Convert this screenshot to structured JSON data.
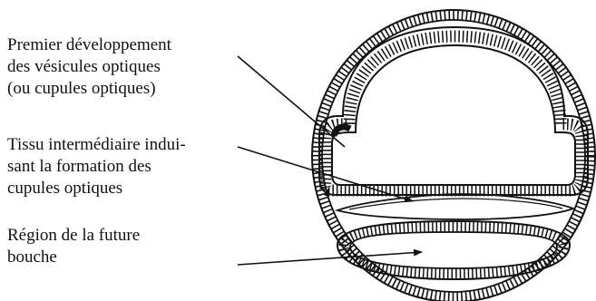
{
  "labels": {
    "optic_vesicles": "Premier développement\ndes vésicules optiques\n(ou cupules optiques)",
    "intermediate_tissue": "Tissu intermédiaire indui-\nsant la formation des\ncupules optiques",
    "future_mouth": "Région de la future\nbouche"
  },
  "colors": {
    "ink": "#111111",
    "paper": "#ffffff"
  }
}
